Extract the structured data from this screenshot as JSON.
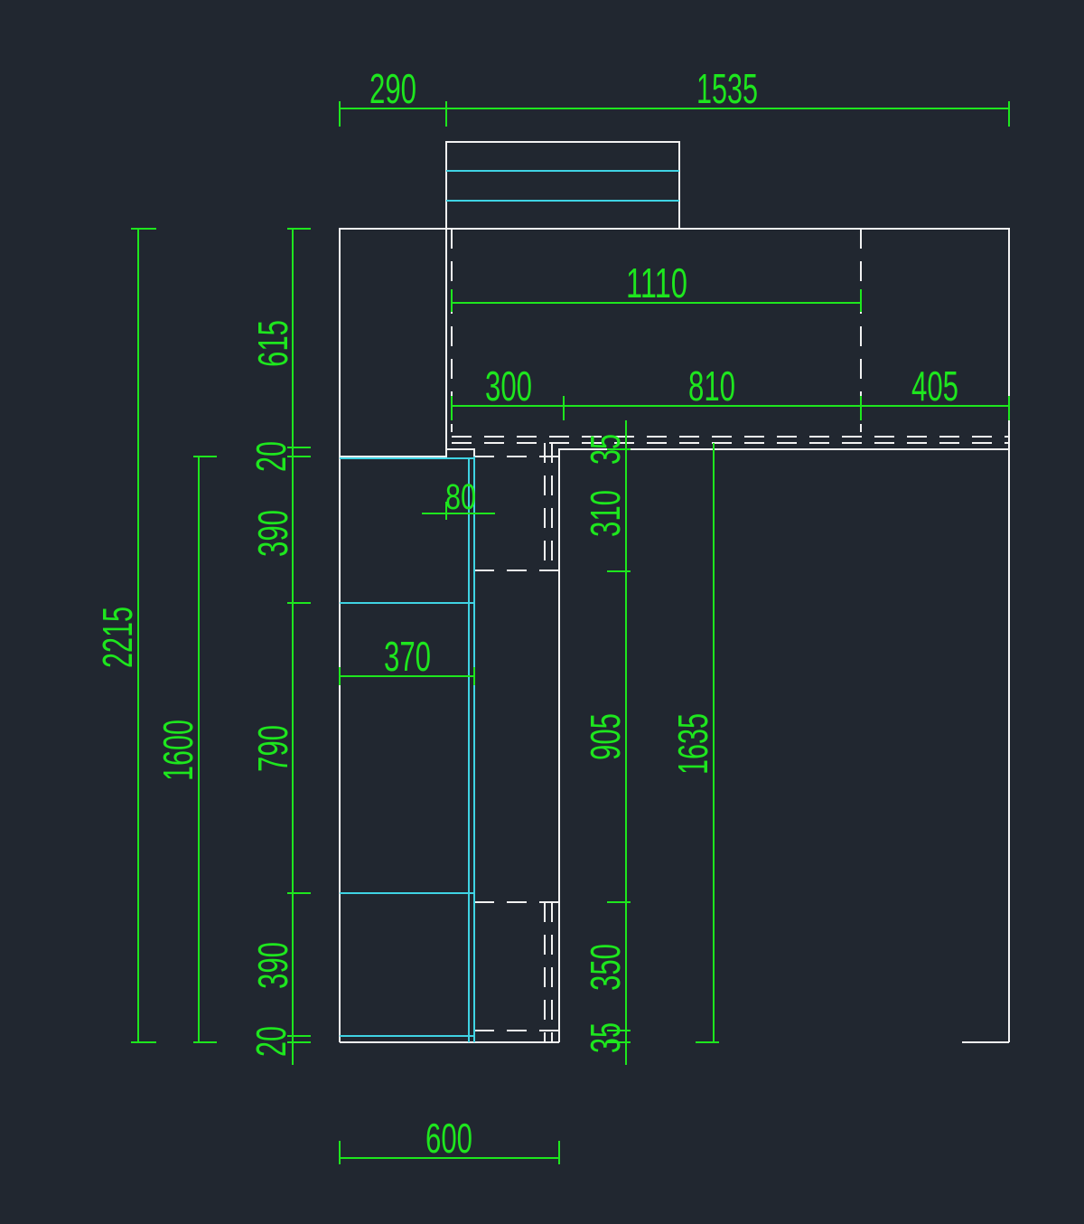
{
  "drawing": {
    "horizontal_dims": {
      "top_left": "290",
      "top_total": "1535",
      "inner_span": "1110",
      "seg_left": "300",
      "seg_mid": "810",
      "seg_right": "405",
      "panel_offset": "80",
      "shelf_width": "370",
      "bottom_width": "600"
    },
    "vertical_dims": {
      "total_height": "2215",
      "lower_height": "1600",
      "left_top": "615",
      "left_gap_top": "20",
      "left_upper": "390",
      "left_middle": "790",
      "left_lower": "390",
      "left_gap_bottom": "20",
      "right_gap_top": "35",
      "right_upper": "310",
      "right_middle": "905",
      "right_lower": "350",
      "right_gap_bottom": "35",
      "inner_height": "1635"
    },
    "colors": {
      "background": "#212730",
      "outline": "#f2f2f2",
      "shelf": "#3fd3e3",
      "dimension": "#1ee61e"
    }
  }
}
